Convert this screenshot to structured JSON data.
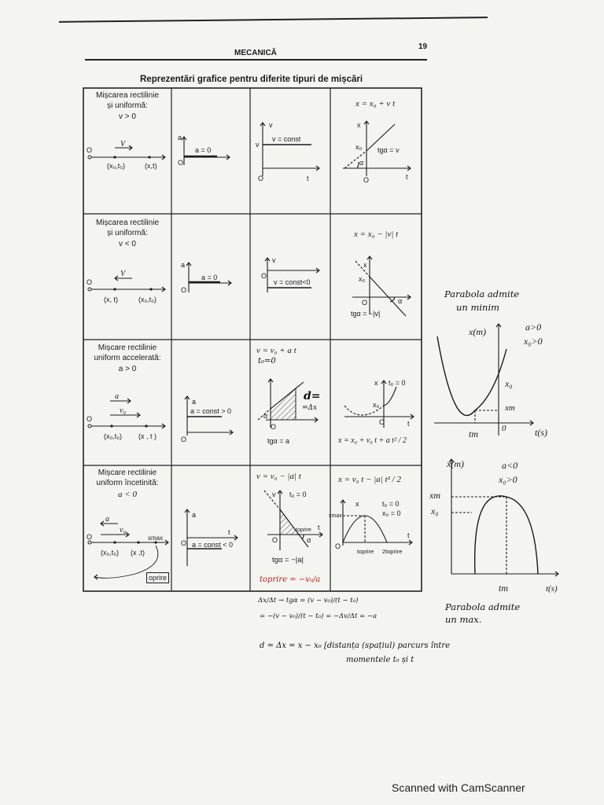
{
  "header": {
    "title": "MECANICĂ",
    "page_number": "19"
  },
  "table_title": "Reprezentări grafice pentru diferite tipuri de mișcări",
  "rows": [
    {
      "label": [
        "Mișcarea rectilinie",
        "și uniformă:",
        "v > 0"
      ],
      "traj": {
        "vec": "V",
        "o": "O",
        "p1": "(x₀,t₀)",
        "p2": "(x,t)"
      },
      "acc": {
        "axis": "a",
        "o": "O",
        "label": "a = 0"
      },
      "vel": {
        "axis": "v",
        "o": "O",
        "t": "t",
        "v": "v",
        "label": "v = const"
      },
      "pos": {
        "formula": "x = x₀ + v t",
        "axis": "x",
        "x0": "x₀",
        "alpha": "α",
        "o": "O",
        "t": "t",
        "tg": "tgα = v"
      }
    },
    {
      "label": [
        "Mișcarea rectilinie",
        "și uniformă:",
        "v < 0"
      ],
      "traj": {
        "vec": "V",
        "o": "O",
        "p1": "(x, t)",
        "p2": "(x₀,t₀)"
      },
      "acc": {
        "axis": "a",
        "o": "O",
        "label": "a = 0"
      },
      "vel": {
        "axis": "v",
        "o": "O",
        "v": "v",
        "label": "v = const<0"
      },
      "pos": {
        "formula": "x = x₀ − |v| t",
        "axis": "x",
        "x0": "x₀",
        "alpha": "α",
        "o": "O",
        "tg": "tgα = −|v|"
      }
    },
    {
      "label": [
        "Mișcare rectilinie",
        "uniform accelerată:",
        "a > 0"
      ],
      "traj": {
        "vec_a": "a",
        "vec_v": "v₀",
        "o": "O",
        "p1": "(x₀,t₀)",
        "p2": "(x , t )"
      },
      "acc": {
        "axis": "a",
        "o": "O",
        "label": "a = const > 0"
      },
      "vel": {
        "formula": "v = v₀ + a t",
        "note": "t₀=0",
        "d_label": "d=",
        "d_label2": "=Δx",
        "alpha": "α",
        "o": "O",
        "tg": "tgα = a"
      },
      "pos": {
        "axis": "x",
        "t0": "t₀ = 0",
        "x0": "x₀",
        "o": "O",
        "t": "t",
        "formula": "x = x₀ + v₀ t + a t² / 2"
      }
    },
    {
      "label": [
        "Mișcare rectilinie",
        "uniform încetinită:",
        "a < 0"
      ],
      "traj": {
        "vec_a": "a",
        "vec_v": "v₀",
        "o": "O",
        "xmax": "xmax",
        "p1": "(x₀,t₀)",
        "p2": "(x ,t)",
        "stop": "oprire"
      },
      "acc": {
        "axis": "a",
        "o": "O",
        "t": "t",
        "label": "a = const < 0"
      },
      "vel": {
        "formula": "v = v₀ − |a| t",
        "axis": "v",
        "t0": "t₀ = 0",
        "alpha": "α",
        "o": "O",
        "t": "t",
        "tg": "tgα = −|a|",
        "toprire": "toprire",
        "stop_formula": "toprire = −v₀/a"
      },
      "pos": {
        "formula": "x = v₀ t − |a| t² / 2",
        "axis": "x",
        "xmax": "xmax",
        "t0": "t₀ = 0",
        "x0": "x₀ = 0",
        "o": "O",
        "t": "t",
        "tstop": "toprire",
        "t2stop": "2toprire"
      }
    }
  ],
  "notes": {
    "parabola_min": [
      "Parabola admite",
      "un minim"
    ],
    "min_axes": {
      "y": "x(m)",
      "x": "t(s)",
      "cond1": "a>0",
      "cond2": "x₀>0",
      "x0": "x₀",
      "xm": "xm",
      "tm": "tm",
      "o": "0"
    },
    "max_axes": {
      "y": "x(m)",
      "x": "t(s)",
      "cond1": "a<0",
      "cond2": "x₀>0",
      "xm": "xm",
      "x0": "x₀",
      "tm": "tm"
    },
    "parabola_max": [
      "Parabola admite",
      "un max."
    ],
    "below1": "Δx/Δt → tgα = (v − v₀)/(t − t₀)",
    "below2": "= −(v − v₀)/(t − t₀) = −Δv/Δt = −a",
    "below3": "d = Δx = x − x₀ [distanța (spațiul) parcurs între",
    "below4": "momentele t₀ și t"
  },
  "footer": "Scanned with CamScanner"
}
